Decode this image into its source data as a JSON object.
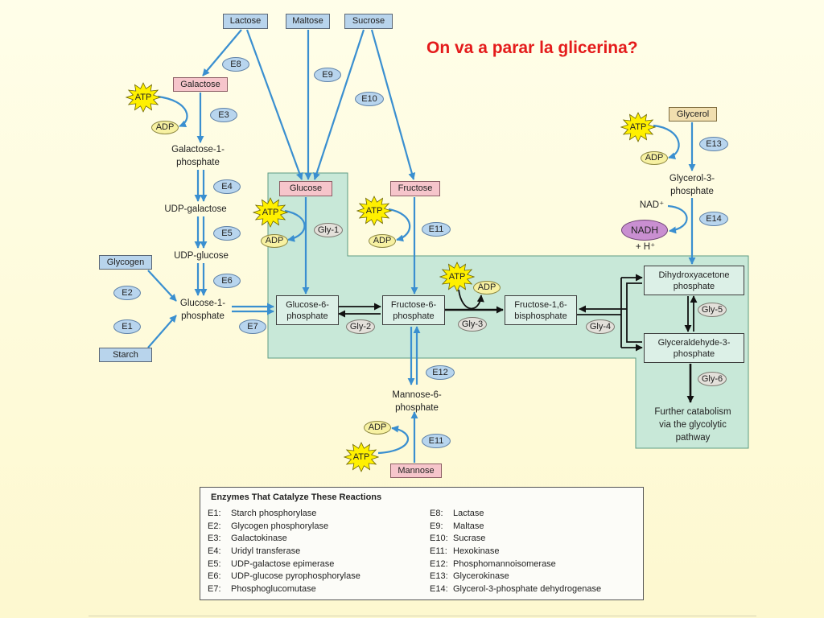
{
  "title": "On va a parar la glicerina?",
  "substrates": {
    "lactose": "Lactose",
    "maltose": "Maltose",
    "sucrose": "Sucrose",
    "galactose": "Galactose",
    "glucose": "Glucose",
    "fructose": "Fructose",
    "mannose": "Mannose",
    "glycogen": "Glycogen",
    "starch": "Starch",
    "glycerol": "Glycerol"
  },
  "intermediates": {
    "galactose_1_phosphate": [
      "Galactose-1-",
      "phosphate"
    ],
    "udp_galactose": "UDP-galactose",
    "udp_glucose": "UDP-glucose",
    "glucose_1_phosphate": [
      "Glucose-1-",
      "phosphate"
    ],
    "glucose_6_phosphate": [
      "Glucose-6-",
      "phosphate"
    ],
    "fructose_6_phosphate": [
      "Fructose-6-",
      "phosphate"
    ],
    "fructose_1_6_bisphosphate": [
      "Fructose-1,6-",
      "bisphosphate"
    ],
    "dihydroxyacetone_phosphate": [
      "Dihydroxyacetone",
      "phosphate"
    ],
    "glyceraldehyde_3_phosphate": [
      "Glyceraldehyde-3-",
      "phosphate"
    ],
    "glycerol_3_phosphate": [
      "Glycerol-3-",
      "phosphate"
    ],
    "mannose_6_phosphate": [
      "Mannose-6-",
      "phosphate"
    ]
  },
  "further_catabolism": [
    "Further catabolism",
    "via the glycolytic",
    "pathway"
  ],
  "enzymes": {
    "e1": "E1",
    "e2": "E2",
    "e3": "E3",
    "e4": "E4",
    "e5": "E5",
    "e6": "E6",
    "e7": "E7",
    "e8": "E8",
    "e9": "E9",
    "e10": "E10",
    "e11": "E11",
    "e12": "E12",
    "e13": "E13",
    "e14": "E14"
  },
  "glycolysis_steps": {
    "gly1": "Gly-1",
    "gly2": "Gly-2",
    "gly3": "Gly-3",
    "gly4": "Gly-4",
    "gly5": "Gly-5",
    "gly6": "Gly-6"
  },
  "cofactors": {
    "atp": "ATP",
    "adp": "ADP",
    "nad": "NAD⁺",
    "nadh": "NADH",
    "h": "+ H⁺"
  },
  "legend": {
    "heading": "Enzymes That Catalyze These Reactions",
    "left": [
      {
        "code": "E1:",
        "name": "Starch phosphorylase"
      },
      {
        "code": "E2:",
        "name": "Glycogen phosphorylase"
      },
      {
        "code": "E3:",
        "name": "Galactokinase"
      },
      {
        "code": "E4:",
        "name": "Uridyl transferase"
      },
      {
        "code": "E5:",
        "name": "UDP-galactose epimerase"
      },
      {
        "code": "E6:",
        "name": "UDP-glucose pyrophosphorylase"
      },
      {
        "code": "E7:",
        "name": "Phosphoglucomutase"
      }
    ],
    "right": [
      {
        "code": "E8:",
        "name": "Lactase"
      },
      {
        "code": "E9:",
        "name": "Maltase"
      },
      {
        "code": "E10:",
        "name": "Sucrase"
      },
      {
        "code": "E11:",
        "name": "Hexokinase"
      },
      {
        "code": "E12:",
        "name": "Phosphomannoisomerase"
      },
      {
        "code": "E13:",
        "name": "Glycerokinase"
      },
      {
        "code": "E14:",
        "name": "Glycerol-3-phosphate dehydrogenase"
      }
    ]
  },
  "colors": {
    "title": "#e41b1b",
    "pathway_region": "#c8e8d8",
    "arrow": "#3a8fd0"
  }
}
